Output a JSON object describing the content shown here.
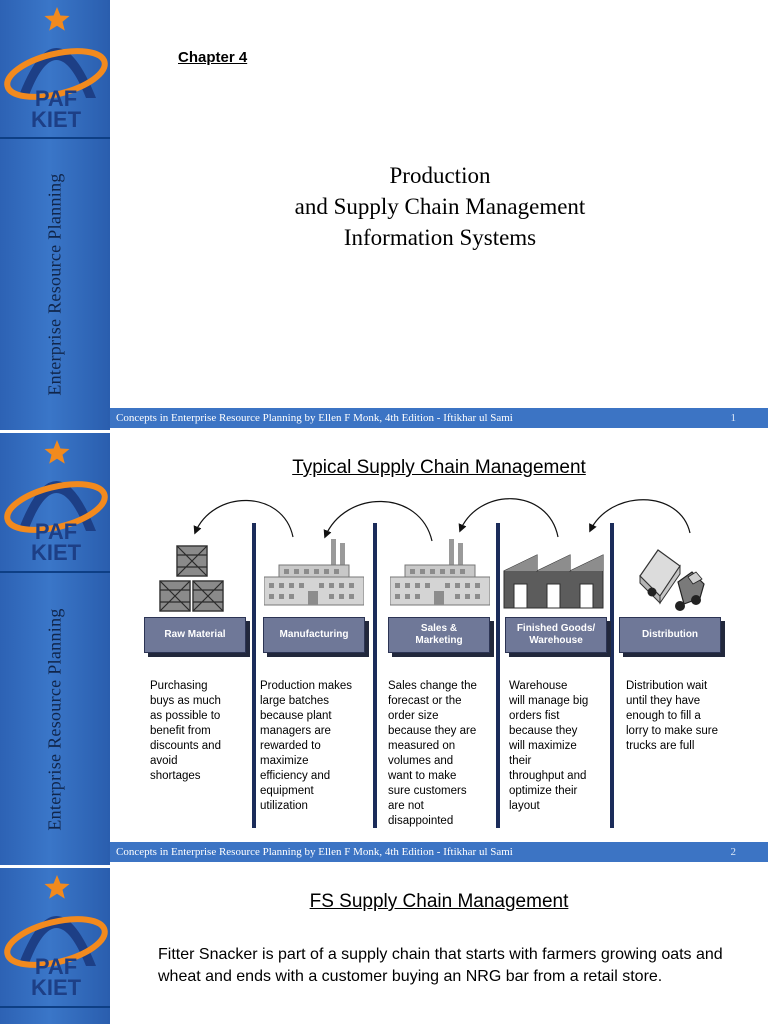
{
  "branding": {
    "logo_line1": "PAF",
    "logo_line2": "KIET",
    "sidebar_caption": "Enterprise Resource Planning"
  },
  "footer": {
    "text": "Concepts in Enterprise Resource Planning by Ellen F Monk, 4th Edition - Iftikhar ul Sami"
  },
  "slides": [
    {
      "chapter": "Chapter 4",
      "title_lines": [
        "Production",
        "and Supply Chain Management",
        "Information Systems"
      ],
      "page_number": "1"
    },
    {
      "title": "Typical Supply Chain Management",
      "page_number": "2",
      "stages": [
        {
          "label_lines": [
            "Raw Material"
          ],
          "icon": "crates-icon",
          "description": [
            "Purchasing",
            "buys as much",
            "as possible to",
            "benefit from",
            "discounts and",
            "avoid",
            "shortages"
          ]
        },
        {
          "label_lines": [
            "Manufacturing"
          ],
          "icon": "factory-icon",
          "description": [
            "Production makes",
            "large batches",
            "because plant",
            "managers are",
            "rewarded to",
            "maximize",
            "efficiency and",
            "equipment",
            "utilization"
          ]
        },
        {
          "label_lines": [
            "Sales &",
            "Marketing"
          ],
          "icon": "factory-icon",
          "description": [
            "Sales change the",
            "forecast or the",
            "order size",
            "because they are",
            "measured on",
            "volumes and",
            "want to make",
            "sure customers",
            "are not",
            "disappointed"
          ]
        },
        {
          "label_lines": [
            "Finished Goods/",
            "Warehouse"
          ],
          "icon": "warehouse-icon",
          "description": [
            "Warehouse",
            "will manage big",
            "orders fist",
            "because they",
            "will maximize",
            "their",
            "throughput and",
            "optimize their",
            "layout"
          ]
        },
        {
          "label_lines": [
            "Distribution"
          ],
          "icon": "truck-icon",
          "description": [
            "Distribution wait",
            "until they have",
            "enough to fill a",
            "lorry to make sure",
            "trucks are  full"
          ]
        }
      ]
    },
    {
      "title": "FS Supply Chain Management",
      "paragraph": "Fitter Snacker is part of a supply chain that starts with farmers growing oats and wheat and ends with a customer buying an NRG bar from a retail store."
    }
  ],
  "colors": {
    "sidebar_blue": "#3a76c8",
    "logo_orange": "#f28a1e",
    "logo_navy": "#1d3f86",
    "stage_box": "#6f7898",
    "footer_blue": "#3c74c4"
  }
}
